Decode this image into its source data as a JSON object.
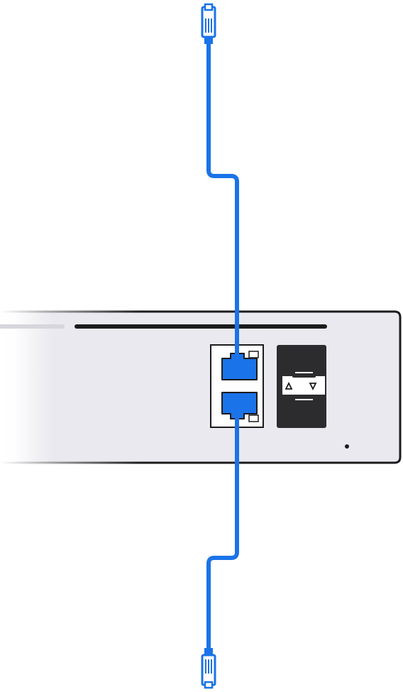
{
  "diagram": {
    "device": "network-switch",
    "ports": [
      {
        "id": "rj45-port-top",
        "type": "rj45",
        "connected": true
      },
      {
        "id": "rj45-port-bottom",
        "type": "rj45",
        "connected": true
      },
      {
        "id": "sfp-port",
        "type": "sfp",
        "connected": false
      }
    ],
    "cables": [
      {
        "id": "cable-top",
        "from": "rj45-port-top",
        "direction": "up"
      },
      {
        "id": "cable-bottom",
        "from": "rj45-port-bottom",
        "direction": "down"
      }
    ],
    "colors": {
      "cable": "#1A73E8",
      "port_fill": "#1A73E8",
      "device_body": "#E9E9EF",
      "device_outline": "#1C1C1E",
      "sfp_cage": "#2C2C2E",
      "background": "#FFFFFF"
    }
  }
}
